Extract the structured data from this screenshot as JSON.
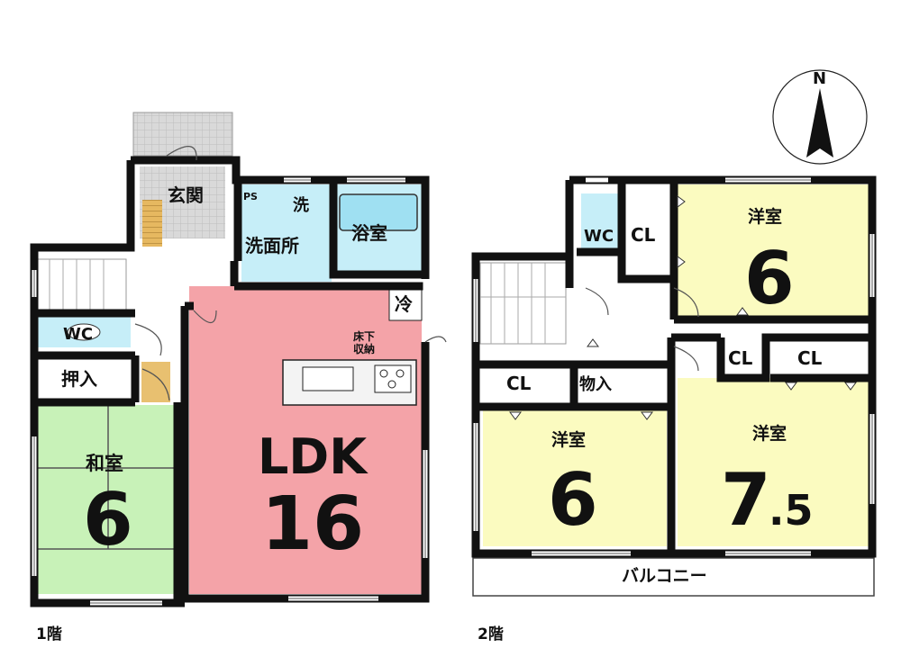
{
  "floor1": {
    "label": "1階",
    "rooms": {
      "genkan": "玄関",
      "ps": "PS",
      "sentaku": "洗",
      "senmenjo": "洗面所",
      "yokushitsu": "浴室",
      "rei": "冷",
      "yukashita": "床下",
      "shuno": "収納",
      "wc": "WC",
      "oshiire": "押入",
      "washitsu": "和室",
      "washitsu_size": "6",
      "ldk": "LDK",
      "ldk_size": "16"
    }
  },
  "floor2": {
    "label": "2階",
    "rooms": {
      "wc": "WC",
      "cl_1": "CL",
      "yoshitsu_ne": "洋室",
      "yoshitsu_ne_size": "6",
      "cl_2": "CL",
      "cl_3": "CL",
      "cl_4": "CL",
      "monoire": "物入",
      "yoshitsu_sw": "洋室",
      "yoshitsu_sw_size": "6",
      "yoshitsu_se": "洋室",
      "yoshitsu_se_size_main": "7",
      "yoshitsu_se_size_frac": ".5",
      "balcony": "バルコニー"
    }
  },
  "compass": {
    "label": "N"
  },
  "colors": {
    "tatami": "#c8f2b8",
    "ldk": "#f4a3a8",
    "western": "#fbfbc0",
    "wet": "#c6eef8",
    "tile": "#d8d8d8",
    "storage_floor": "#e8c070",
    "wall": "#111111"
  }
}
